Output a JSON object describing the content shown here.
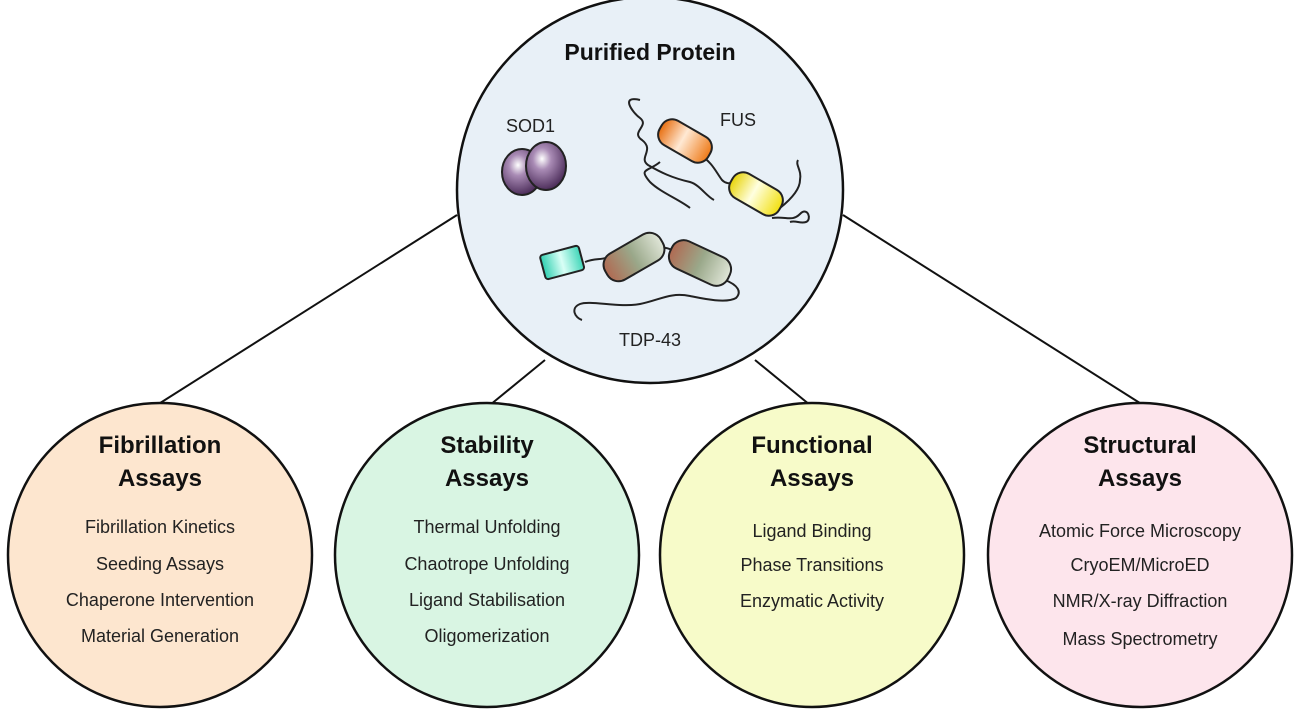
{
  "center": {
    "title": "Purified Protein",
    "fill": "#e8f0f7",
    "proteins": [
      {
        "name": "SOD1",
        "color": "#6b4a7a",
        "icon": "sod1-dimer-icon"
      },
      {
        "name": "FUS",
        "color": "#f08a2a",
        "color2": "#f5e21c",
        "icon": "fus-domains-icon"
      },
      {
        "name": "TDP-43",
        "color": "#3fd6b8",
        "color2": "#b3826a",
        "icon": "tdp43-domains-icon"
      }
    ]
  },
  "assays": [
    {
      "title_line1": "Fibrillation",
      "title_line2": "Assays",
      "fill": "#fde6cf",
      "items": [
        "Fibrillation Kinetics",
        "Seeding Assays",
        "Chaperone Intervention",
        "Material Generation"
      ]
    },
    {
      "title_line1": "Stability",
      "title_line2": "Assays",
      "fill": "#d9f5e3",
      "items": [
        "Thermal Unfolding",
        "Chaotrope Unfolding",
        "Ligand Stabilisation",
        "Oligomerization"
      ]
    },
    {
      "title_line1": "Functional",
      "title_line2": "Assays",
      "fill": "#f7fbc9",
      "items": [
        "Ligand Binding",
        "Phase Transitions",
        "Enzymatic Activity"
      ]
    },
    {
      "title_line1": "Structural",
      "title_line2": "Assays",
      "fill": "#fde5ec",
      "items": [
        "Atomic Force Microscopy",
        "CryoEM/MicroED",
        "NMR/X-ray Diffraction",
        "Mass Spectrometry"
      ]
    }
  ]
}
